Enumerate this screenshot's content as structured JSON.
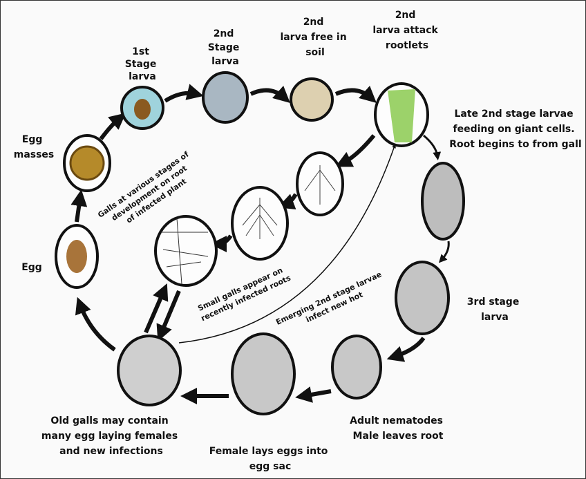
{
  "title": "Life cycle of root-knot nematode",
  "stages": {
    "first_stage": [
      "1st",
      "Stage",
      "larva"
    ],
    "second_stage": [
      "2nd",
      "Stage",
      "larva"
    ],
    "free_in_soil": [
      "2nd",
      "larva free in",
      "soil"
    ],
    "attack_rootlets": [
      "2nd",
      "larva attack",
      "rootlets"
    ],
    "late_second": [
      "Late 2nd stage larvae",
      "feeding on giant cells.",
      "Root begins to from gall"
    ],
    "third_stage": [
      "3rd stage",
      "larva"
    ],
    "adult": [
      "Adult nematodes",
      "Male leaves root"
    ],
    "female": [
      "Female lays eggs into",
      "egg sac"
    ],
    "old_galls": [
      "Old galls may contain",
      "many egg laying females",
      "and new infections"
    ],
    "egg": "Egg",
    "egg_masses": [
      "Egg",
      "masses"
    ]
  },
  "inner_labels": {
    "galls_various": [
      "Galls at various stages of",
      "development on root",
      "of infected plant"
    ],
    "small_galls": [
      "Small galls appear on",
      "recently infected roots"
    ],
    "emerging": [
      "Emerging 2nd stage larvae",
      "infect new hot"
    ]
  }
}
